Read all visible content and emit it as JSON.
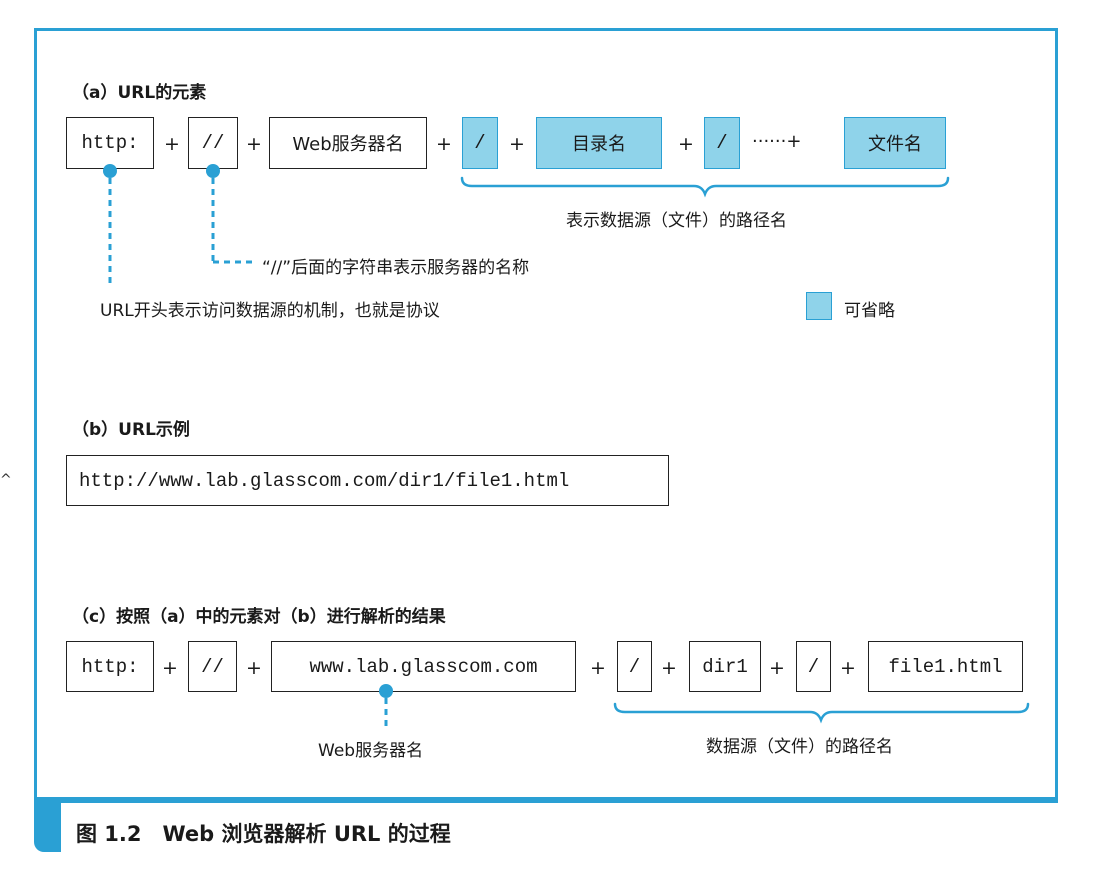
{
  "section_a": {
    "title": "（a）URL的元素",
    "parts": [
      "http:",
      "//",
      "Web服务器名",
      "/",
      "目录名",
      "/",
      "文件名"
    ],
    "ellipsis_plus": "······+",
    "path_label": "表示数据源（文件）的路径名",
    "note_slashes": "“//”后面的字符串表示服务器的名称",
    "note_scheme": "URL开头表示访问数据源的机制，也就是协议",
    "legend_optional": "可省略",
    "legend_color": "#8fd3ea"
  },
  "section_b": {
    "title": "（b）URL示例",
    "url": "http://www.lab.glasscom.com/dir1/file1.html"
  },
  "section_c": {
    "title": "（c）按照（a）中的元素对（b）进行解析的结果",
    "parts": [
      "http:",
      "//",
      "www.lab.glasscom.com",
      "/",
      "dir1",
      "/",
      "file1.html"
    ],
    "server_label": "Web服务器名",
    "path_label": "数据源（文件）的路径名"
  },
  "plus": "+",
  "caption": "图 1.2　Web 浏览器解析 URL 的过程",
  "accent_color": "#2aa0d4"
}
